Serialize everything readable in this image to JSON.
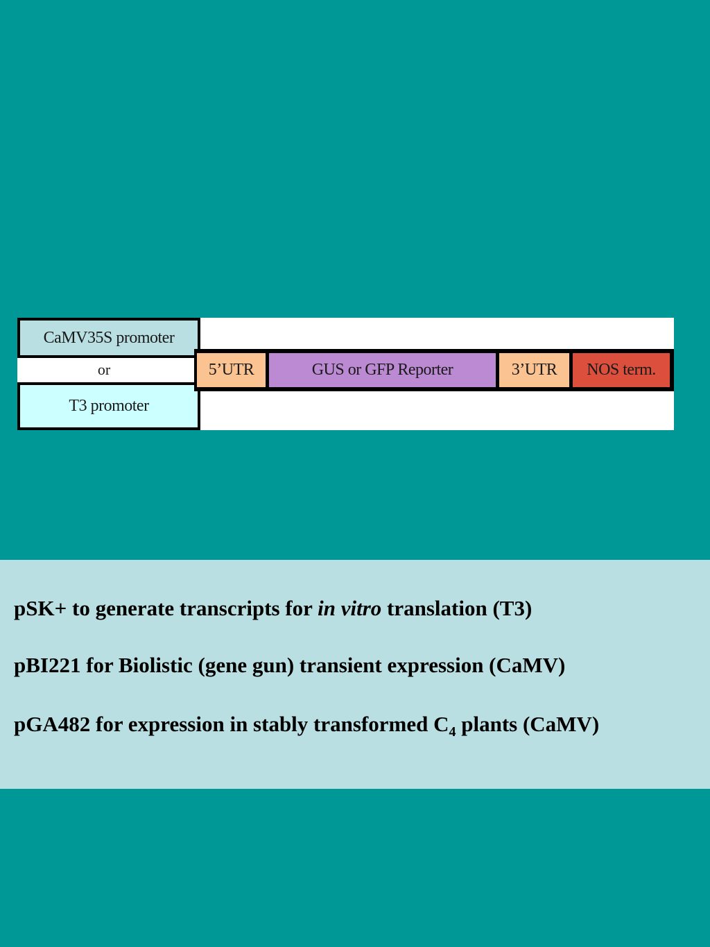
{
  "diagram": {
    "promoter_top": "CaMV35S promoter",
    "or_text": "or",
    "promoter_bottom": "T3 promoter",
    "segments": [
      {
        "label": "5’UTR",
        "color": "#fbc392"
      },
      {
        "label": "GUS or GFP Reporter",
        "color": "#bc8ad2"
      },
      {
        "label": "3’UTR",
        "color": "#fbc392"
      },
      {
        "label": "NOS term.",
        "color": "#dc4f3d"
      }
    ],
    "promoter_top_color": "#b9dfe2",
    "promoter_bottom_color": "#ccffff"
  },
  "notes": {
    "line1_before": "pSK+ to generate transcripts for ",
    "line1_italic": "in vitro",
    "line1_after": " translation (T3)",
    "line2": "pBI221 for Biolistic (gene gun) transient expression (CaMV)",
    "line3_before": "pGA482 for expression in stably transformed C",
    "line3_sub": "4",
    "line3_after": " plants (CaMV)"
  },
  "colors": {
    "background": "#009797",
    "panel": "#b9dfe2"
  }
}
